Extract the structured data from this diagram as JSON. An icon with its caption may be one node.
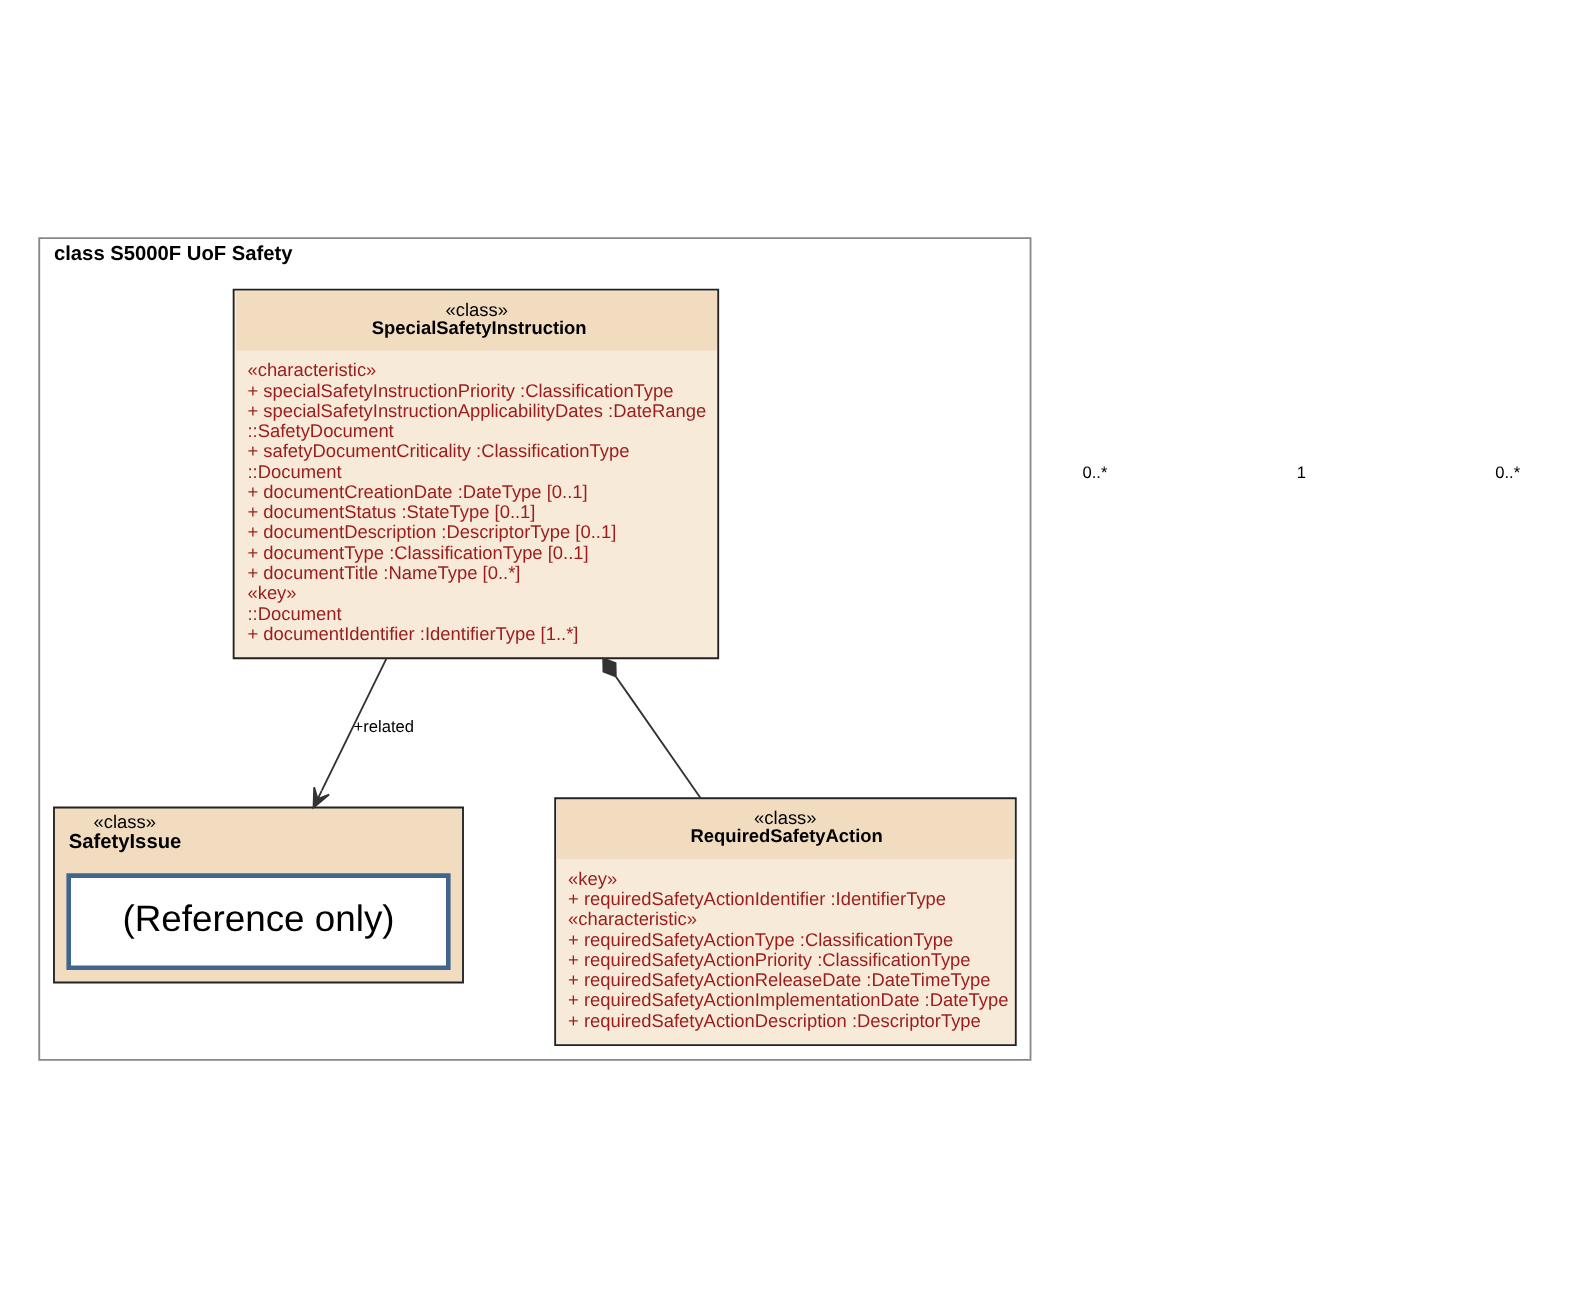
{
  "diagram": {
    "nodes": [
      {
        "text": [
          "class S5000F UoF Safety"
        ]
      },
      {
        "text": [
          "«class»",
          "SpecialSafetyInstruction",
          "«characteristic»",
          "+ specialSafetyInstructionPriority :ClassificationType",
          "+ specialSafetyInstructionApplicabilityDates :DateRange",
          "::SafetyDocument",
          "+ safetyDocumentCriticality :ClassificationType",
          "::Document",
          "+ documentCreationDate :DateType [0..1]",
          "+ documentStatus :StateType [0..1]",
          "+ documentDescription :DescriptorType [0..1]",
          "+ documentType :ClassificationType [0..1]",
          "+ documentTitle :NameType [0..*]",
          "«key»",
          "::Document",
          "+ documentIdentifier :IdentifierType [1..*]"
        ],
        "in": 0
      },
      {
        "text": [
          "«class»",
          "SafetyIssue"
        ],
        "in": 0
      },
      {
        "text": [
          "(Reference only)"
        ],
        "in": 2
      },
      {
        "text": [
          "«class»",
          "RequiredSafetyAction",
          "«key»",
          "+ requiredSafetyActionIdentifier :IdentifierType",
          "«characteristic»",
          "+ requiredSafetyActionType :ClassificationType",
          "+ requiredSafetyActionPriority :ClassificationType",
          "+ requiredSafetyActionReleaseDate :DateTimeType",
          "+ requiredSafetyActionImplementationDate :DateType",
          "+ requiredSafetyActionDescription :DescriptorType"
        ],
        "in": 0
      }
    ],
    "edges": [
      {
        "from": 1,
        "to": 2,
        "arrow": "to",
        "label": "+related"
      },
      {
        "from": 1,
        "to": 4,
        "arrow": "other"
      }
    ],
    "labels": [
      "0..*",
      "1",
      "0..*"
    ]
  }
}
